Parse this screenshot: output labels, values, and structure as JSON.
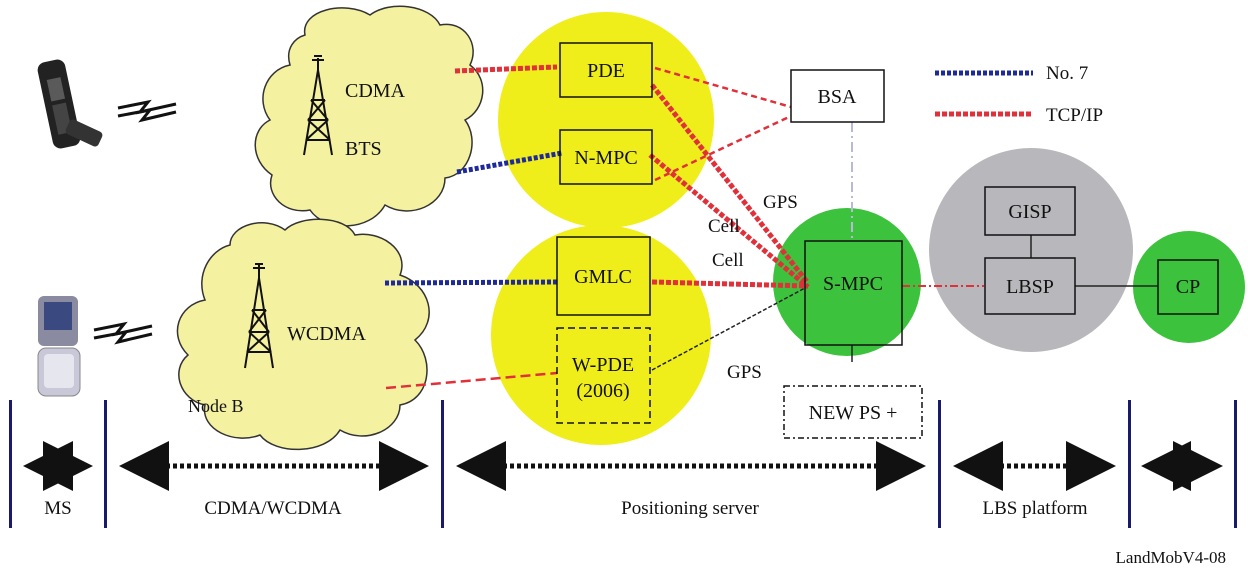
{
  "colors": {
    "cloud": "#f4f1a0",
    "server_circle": "#f0ee1a",
    "green_circle": "#3cc23c",
    "grey_circle": "#b8b8bc",
    "no7_line": "#1f2a9a",
    "tcpip_line": "#e0303a",
    "segment_bar": "#1a1a6a"
  },
  "legend": {
    "no7": "No. 7",
    "tcpip": "TCP/IP"
  },
  "nodes": {
    "cdma": "CDMA",
    "bts": "BTS",
    "wcdma": "WCDMA",
    "node_b": "Node B",
    "pde": "PDE",
    "n_mpc": "N-MPC",
    "gmlc": "GMLC",
    "w_pde_line1": "W-PDE",
    "w_pde_line2": "(2006)",
    "bsa": "BSA",
    "s_mpc": "S-MPC",
    "gisp": "GISP",
    "lbsp": "LBSP",
    "cp": "CP",
    "new_ps": "NEW PS +"
  },
  "links": {
    "gps_upper": "GPS",
    "cell_upper": "Cell",
    "cell_lower": "Cell",
    "gps_lower": "GPS"
  },
  "segments": {
    "ms": "MS",
    "cdma_wcdma": "CDMA/WCDMA",
    "positioning_server": "Positioning server",
    "lbs_platform": "LBS platform"
  },
  "figure_id": "LandMobV4-08"
}
